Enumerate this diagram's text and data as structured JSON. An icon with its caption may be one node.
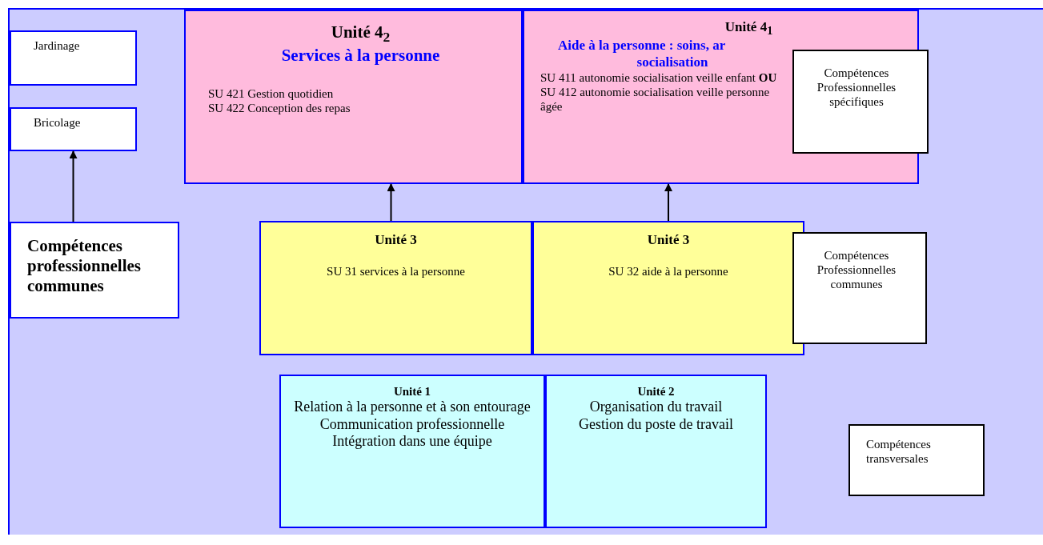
{
  "diagram": {
    "nodes": [
      {
        "text": [
          "Jardinage"
        ]
      },
      {
        "text": [
          "Bricolage"
        ]
      },
      {
        "text": [
          "Unité 4$_{2}$",
          "Services à la personne",
          "SU 421 Gestion quotidien",
          "SU 422 Conception des repas"
        ]
      },
      {
        "text": [
          "Unité 4$_{1}$",
          "Aide à la personne : soins, ar",
          "socialisation",
          "SU 411 autonomie socialisation veille enfant **OU**",
          "SU 412 autonomie socialisation veille personne âgée"
        ]
      },
      {
        "text": [
          "Compétences Professionnelles spécifiques"
        ]
      },
      {
        "text": [
          "Compétences professionnelles communes"
        ]
      },
      {
        "text": [
          "Unité 3",
          "SU 31 services à la personne"
        ]
      },
      {
        "text": [
          "Unité 3",
          "SU 32 aide à la personne"
        ]
      },
      {
        "text": [
          "Compétences Professionnelles communes"
        ]
      },
      {
        "text": [
          "Unité 1",
          "Relation à la personne et à son entourage",
          "Communication professionnelle",
          "Intégration dans une équipe"
        ]
      },
      {
        "text": [
          "Unité 2",
          "Organisation du travail",
          "Gestion du poste de travail"
        ]
      },
      {
        "text": [
          "Compétences transversales"
        ]
      }
    ],
    "edges": [
      {
        "from": 5,
        "to": 1,
        "arrow": "to"
      },
      {
        "from": 6,
        "to": 2,
        "arrow": "to"
      },
      {
        "from": 7,
        "to": 3,
        "arrow": "to"
      }
    ]
  }
}
